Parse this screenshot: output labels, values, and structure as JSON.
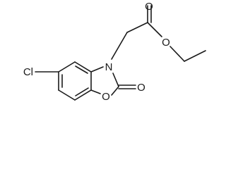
{
  "molecule": {
    "atoms": {
      "chlorine": "Cl",
      "ring_nitrogen": "N",
      "ring_oxygen": "O",
      "carbonyl_oxygen": "O",
      "ester_carbonyl_oxygen": "O",
      "ester_oxygen": "O"
    }
  }
}
